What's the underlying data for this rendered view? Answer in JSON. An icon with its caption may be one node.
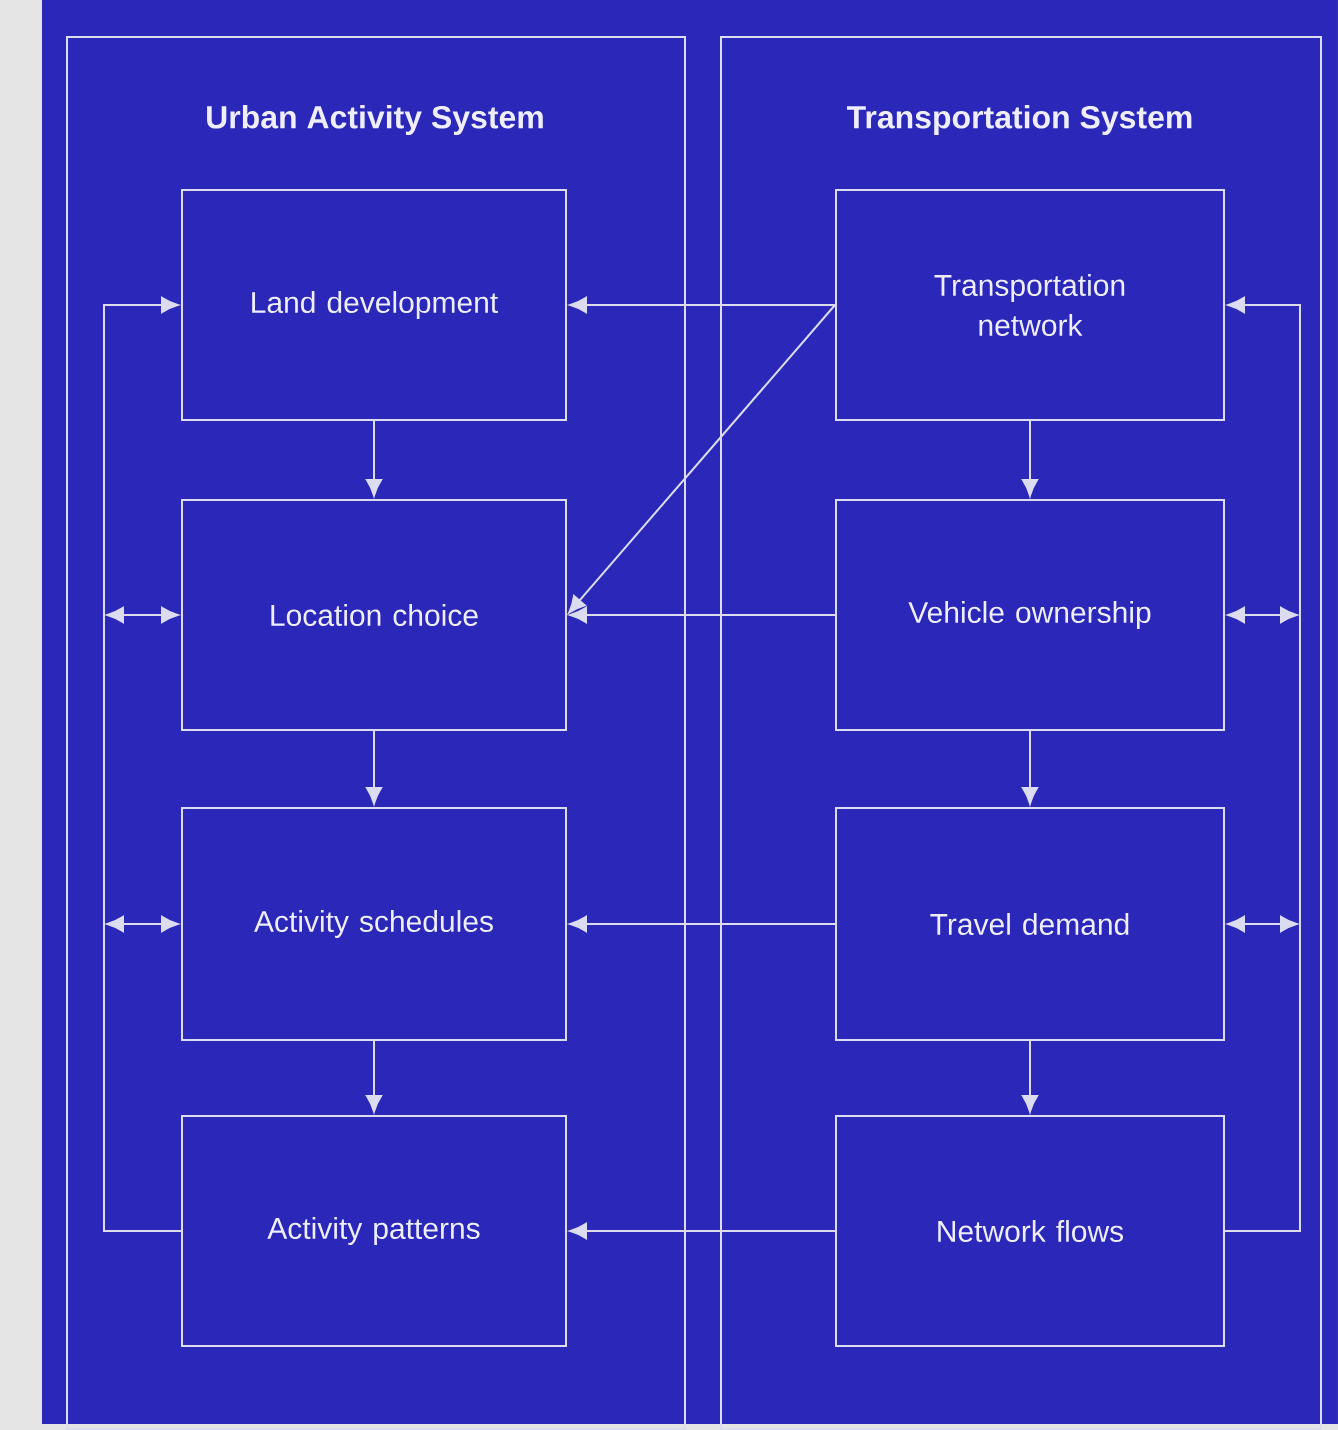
{
  "diagram": {
    "nodes": [
      {
        "text": [
          "Urban Activity System"
        ]
      },
      {
        "text": [
          "Transportation System"
        ]
      },
      {
        "text": [
          "Land development"
        ],
        "in": 0
      },
      {
        "text": [
          "Location choice"
        ],
        "in": 0
      },
      {
        "text": [
          "Activity schedules"
        ],
        "in": 0
      },
      {
        "text": [
          "Activity patterns"
        ],
        "in": 0
      },
      {
        "text": [
          "Transportation network"
        ],
        "in": 1
      },
      {
        "text": [
          "Vehicle ownership"
        ],
        "in": 1
      },
      {
        "text": [
          "Travel demand"
        ],
        "in": 1
      },
      {
        "text": [
          "Network flows"
        ],
        "in": 1
      }
    ],
    "edges": [
      {
        "from": 2,
        "to": 3,
        "arrow": "to"
      },
      {
        "from": 3,
        "to": 4,
        "arrow": "to"
      },
      {
        "from": 4,
        "to": 5,
        "arrow": "to"
      },
      {
        "from": 6,
        "to": 7,
        "arrow": "to"
      },
      {
        "from": 7,
        "to": 8,
        "arrow": "to"
      },
      {
        "from": 8,
        "to": 9,
        "arrow": "to"
      },
      {
        "from": 6,
        "to": 2,
        "arrow": "to"
      },
      {
        "from": 6,
        "to": 3,
        "arrow": "to"
      },
      {
        "from": 7,
        "to": 3,
        "arrow": "to"
      },
      {
        "from": 8,
        "to": 4,
        "arrow": "to"
      },
      {
        "from": 9,
        "to": 5,
        "arrow": "to"
      },
      {
        "from": 5,
        "to": 2,
        "arrow": "to"
      },
      {
        "from": null,
        "to": 3,
        "arrow": "both"
      },
      {
        "from": null,
        "to": 4,
        "arrow": "both"
      },
      {
        "from": 9,
        "to": 6,
        "arrow": "to"
      },
      {
        "from": null,
        "to": 7,
        "arrow": "both"
      },
      {
        "from": null,
        "to": 8,
        "arrow": "both"
      }
    ]
  }
}
